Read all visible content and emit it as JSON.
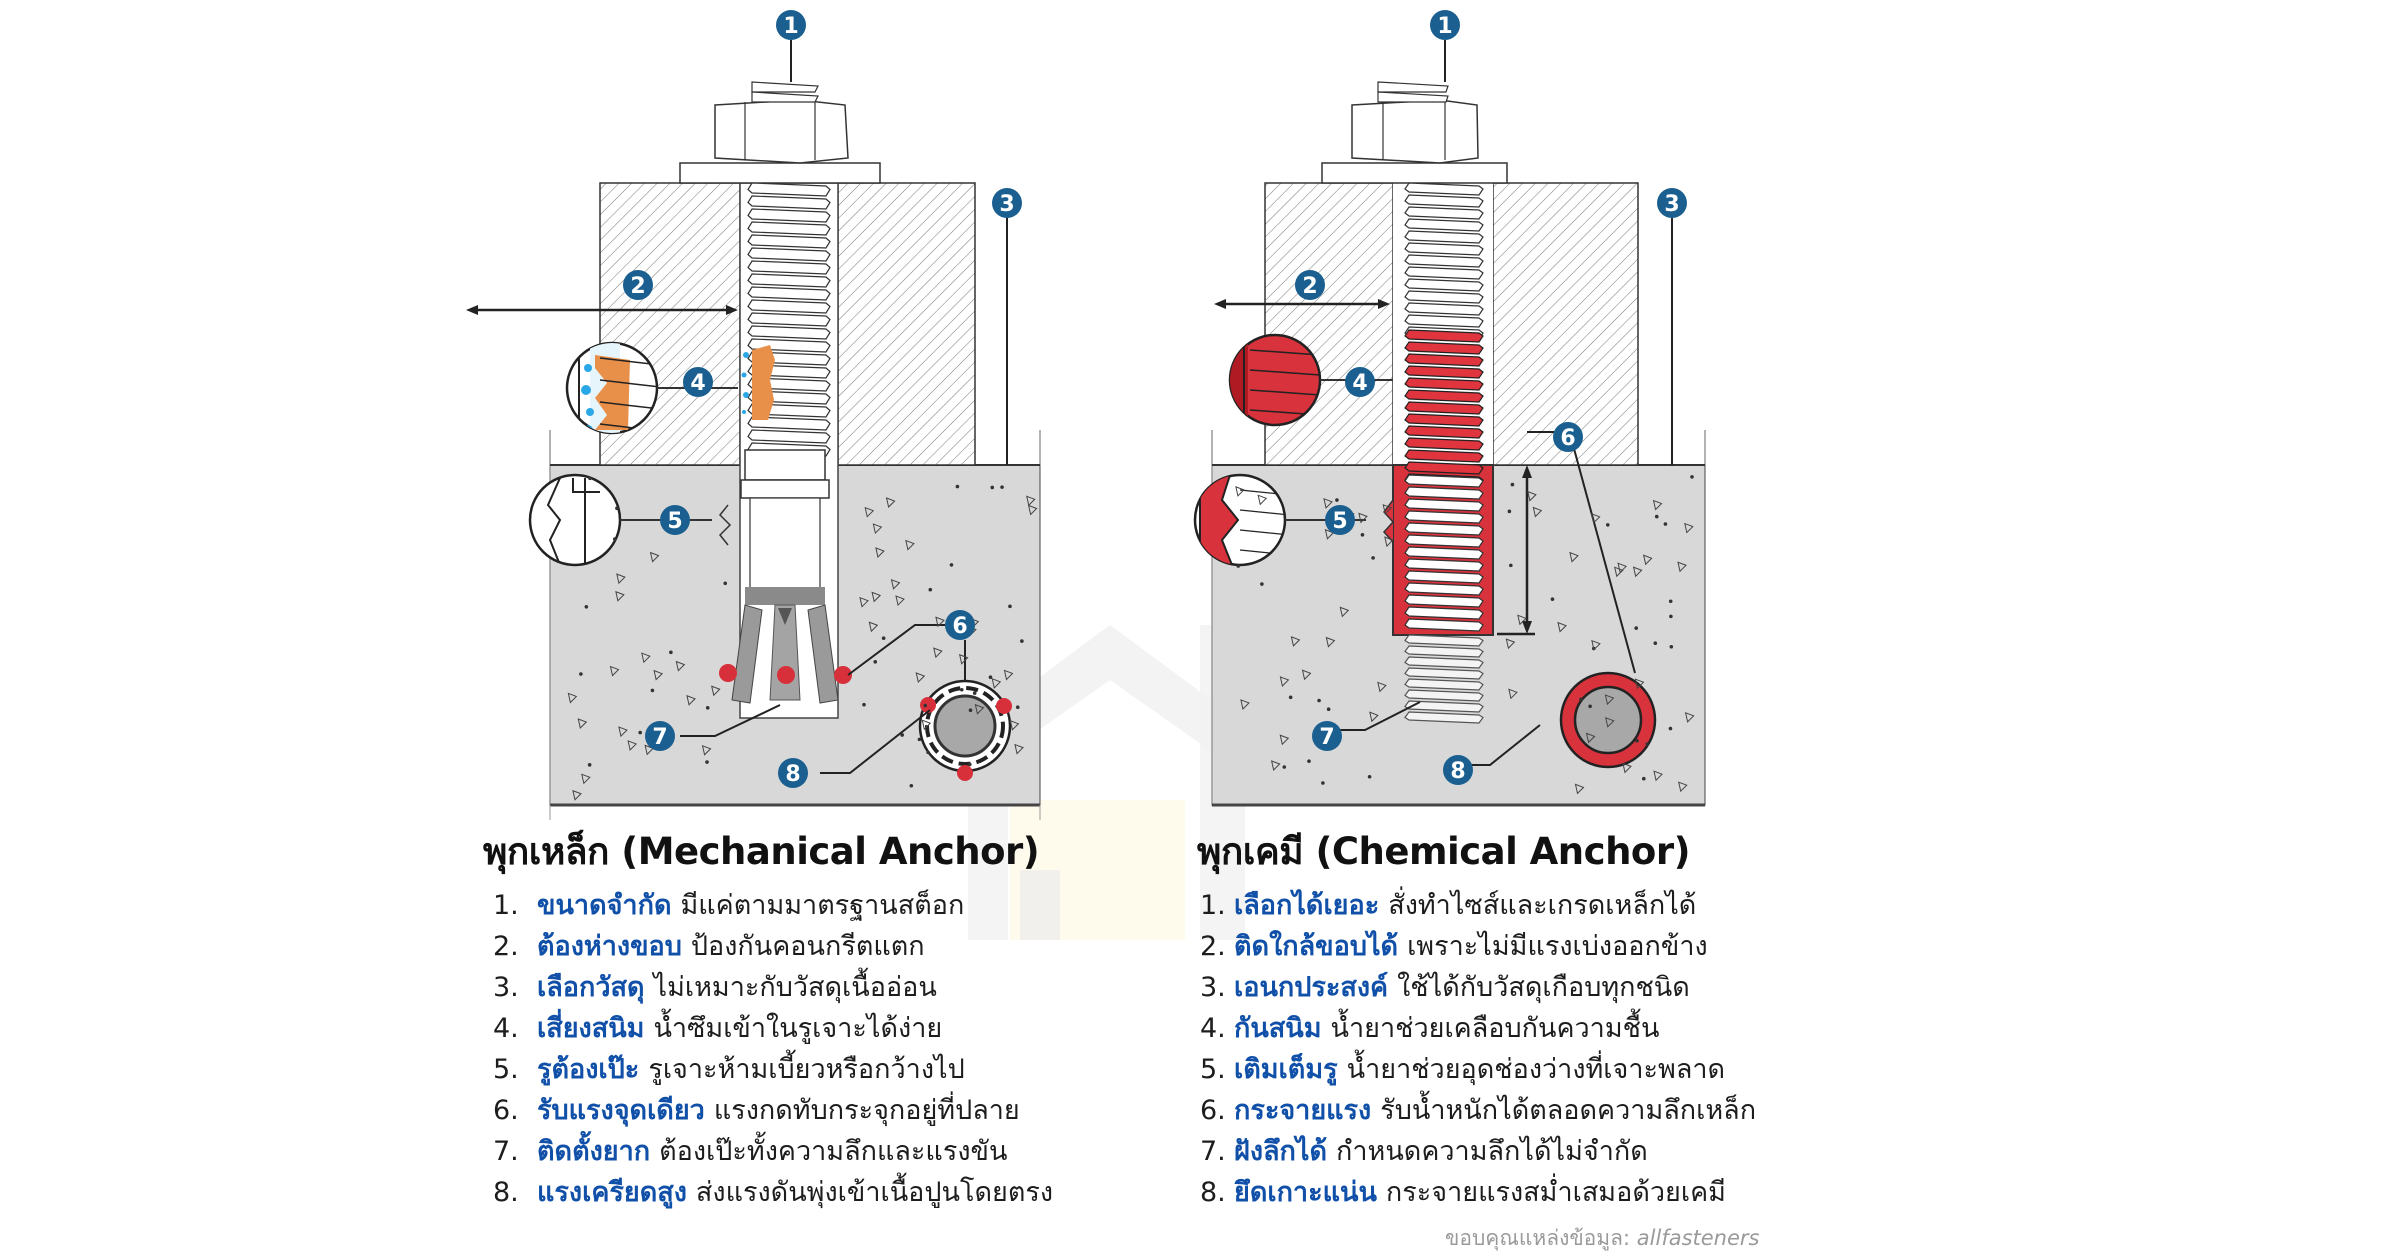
{
  "watermark": {
    "icon": "house-logo-watermark"
  },
  "mechanical": {
    "title": "พุกเหล็ก (Mechanical Anchor)",
    "callouts": [
      "1",
      "2",
      "3",
      "4",
      "5",
      "6",
      "7",
      "8"
    ],
    "items": [
      {
        "num": "1.",
        "key": "ขนาดจำกัด",
        "desc": "มีแค่ตามมาตรฐานสต็อก"
      },
      {
        "num": "2.",
        "key": "ต้องห่างขอบ",
        "desc": "ป้องกันคอนกรีตแตก"
      },
      {
        "num": "3.",
        "key": "เลือกวัสดุ",
        "desc": "ไม่เหมาะกับวัสดุเนื้ออ่อน"
      },
      {
        "num": "4.",
        "key": "เสี่ยงสนิม",
        "desc": "น้ำซึมเข้าในรูเจาะได้ง่าย"
      },
      {
        "num": "5.",
        "key": "รูต้องเป๊ะ",
        "desc": "รูเจาะห้ามเบี้ยวหรือกว้างไป"
      },
      {
        "num": "6.",
        "key": "รับแรงจุดเดียว",
        "desc": "แรงกดทับกระจุกอยู่ที่ปลาย"
      },
      {
        "num": "7.",
        "key": "ติดตั้งยาก",
        "desc": "ต้องเป๊ะทั้งความลึกและแรงขัน"
      },
      {
        "num": "8.",
        "key": "แรงเครียดสูง",
        "desc": "ส่งแรงดันพุ่งเข้าเนื้อปูนโดยตรง"
      }
    ]
  },
  "chemical": {
    "title": "พุกเคมี (Chemical Anchor)",
    "callouts": [
      "1",
      "2",
      "3",
      "4",
      "5",
      "6",
      "7",
      "8"
    ],
    "items": [
      {
        "num": "1.",
        "key": "เลือกได้เยอะ",
        "desc": "สั่งทำไซส์และเกรดเหล็กได้"
      },
      {
        "num": "2.",
        "key": "ติดใกล้ขอบได้",
        "desc": "เพราะไม่มีแรงเบ่งออกข้าง"
      },
      {
        "num": "3.",
        "key": "เอนกประสงค์",
        "desc": "ใช้ได้กับวัสดุเกือบทุกชนิด"
      },
      {
        "num": "4.",
        "key": "กันสนิม",
        "desc": "น้ำยาช่วยเคลือบกันความชื้น"
      },
      {
        "num": "5.",
        "key": "เติมเต็มรู",
        "desc": "น้ำยาช่วยอุดช่องว่างที่เจาะพลาด"
      },
      {
        "num": "6.",
        "key": "กระจายแรง",
        "desc": "รับน้ำหนักได้ตลอดความลึกเหล็ก"
      },
      {
        "num": "7.",
        "key": "ฝังลึกได้",
        "desc": "กำหนดความลึกได้ไม่จำกัด"
      },
      {
        "num": "8.",
        "key": "ยึดเกาะแน่น",
        "desc": "กระจายแรงสม่ำเสมอด้วยเคมี"
      }
    ]
  },
  "credit": {
    "label": "ขอบคุณแหล่งข้อมูล:",
    "source": "allfasteners"
  },
  "colors": {
    "badge": "#1a5f8f",
    "highlight": "#1150a8",
    "concrete": "#d8d8d8",
    "epoxy": "#d8323c",
    "rust": "#e8904a",
    "water": "#2aa7e6",
    "contact_point": "#d7303b"
  }
}
